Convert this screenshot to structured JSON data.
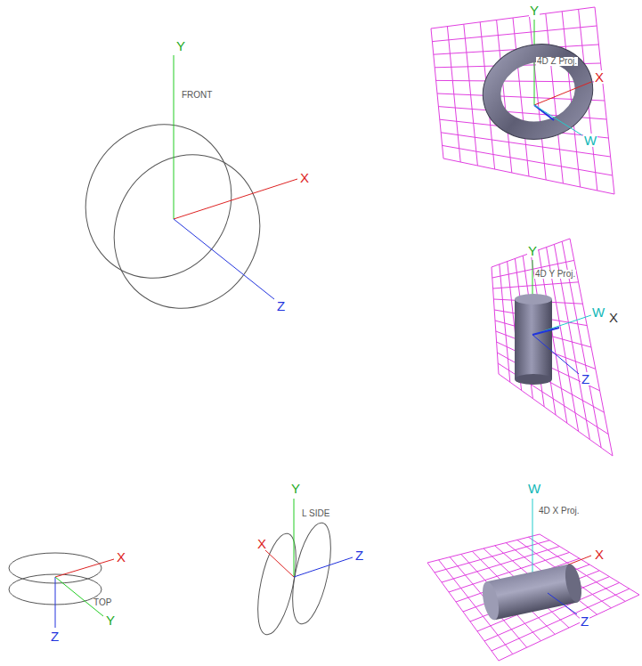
{
  "diagram": {
    "labels": [
      "Y",
      "FRONT",
      "X",
      "Z",
      "Y",
      "4D Z Proj.",
      "X",
      "W",
      "Y",
      "4D Y Proj.",
      "W",
      "X",
      "Z",
      "X",
      "TOP",
      "Y",
      "Z",
      "Y",
      "L SIDE",
      "X",
      "Z",
      "W",
      "4D X Proj.",
      "X",
      "Z"
    ]
  }
}
